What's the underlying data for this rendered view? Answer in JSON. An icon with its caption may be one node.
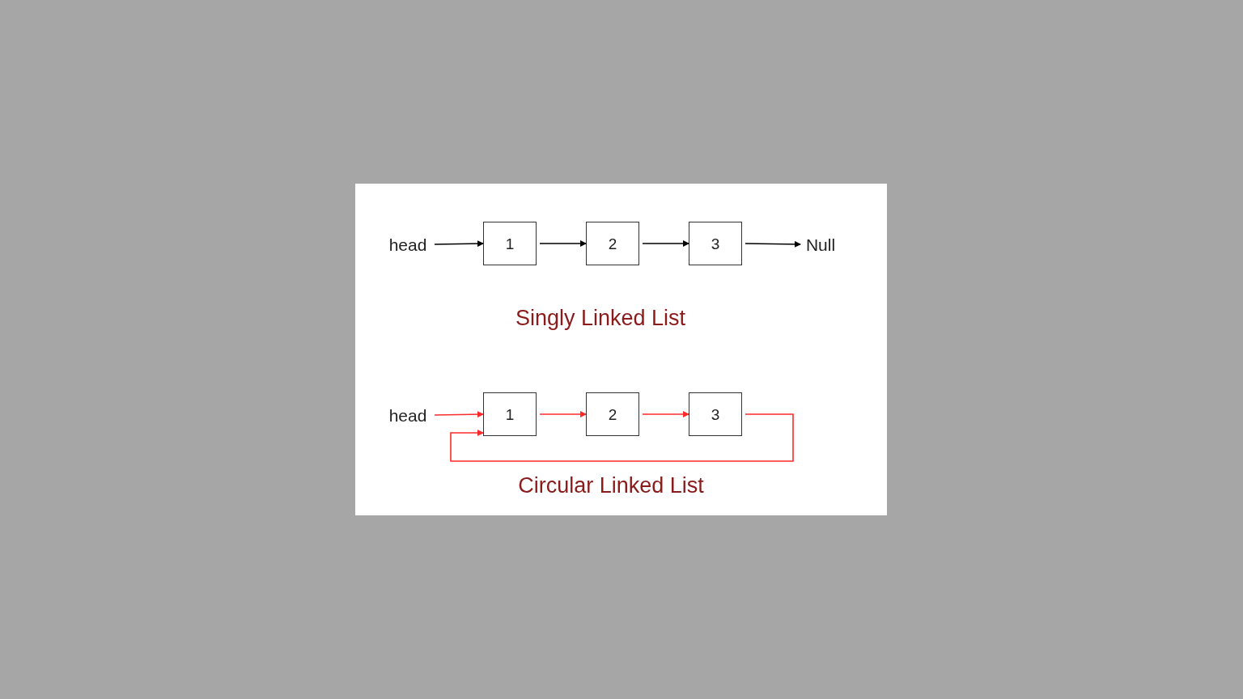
{
  "diagram": {
    "nodes": [
      {
        "text": [
          "head"
        ]
      },
      {
        "text": [
          "1"
        ]
      },
      {
        "text": [
          "2"
        ]
      },
      {
        "text": [
          "3"
        ]
      },
      {
        "text": [
          "Null"
        ]
      },
      {
        "text": [
          "head"
        ]
      },
      {
        "text": [
          "1"
        ]
      },
      {
        "text": [
          "2"
        ]
      },
      {
        "text": [
          "3"
        ]
      }
    ],
    "edges": [
      {
        "from": 0,
        "to": 1,
        "arrow": "to"
      },
      {
        "from": 1,
        "to": 2,
        "arrow": "to"
      },
      {
        "from": 2,
        "to": 3,
        "arrow": "to"
      },
      {
        "from": 3,
        "to": 4,
        "arrow": "to"
      },
      {
        "from": 5,
        "to": 6,
        "arrow": "to",
        "color": "#ff2a2a"
      },
      {
        "from": 6,
        "to": 7,
        "arrow": "to",
        "color": "#ff2a2a"
      },
      {
        "from": 7,
        "to": 8,
        "arrow": "to",
        "color": "#ff2a2a"
      },
      {
        "from": 8,
        "to": 6,
        "arrow": "to",
        "color": "#ff2a2a"
      }
    ],
    "labels": [
      "Singly Linked List",
      "Circular Linked List"
    ]
  }
}
